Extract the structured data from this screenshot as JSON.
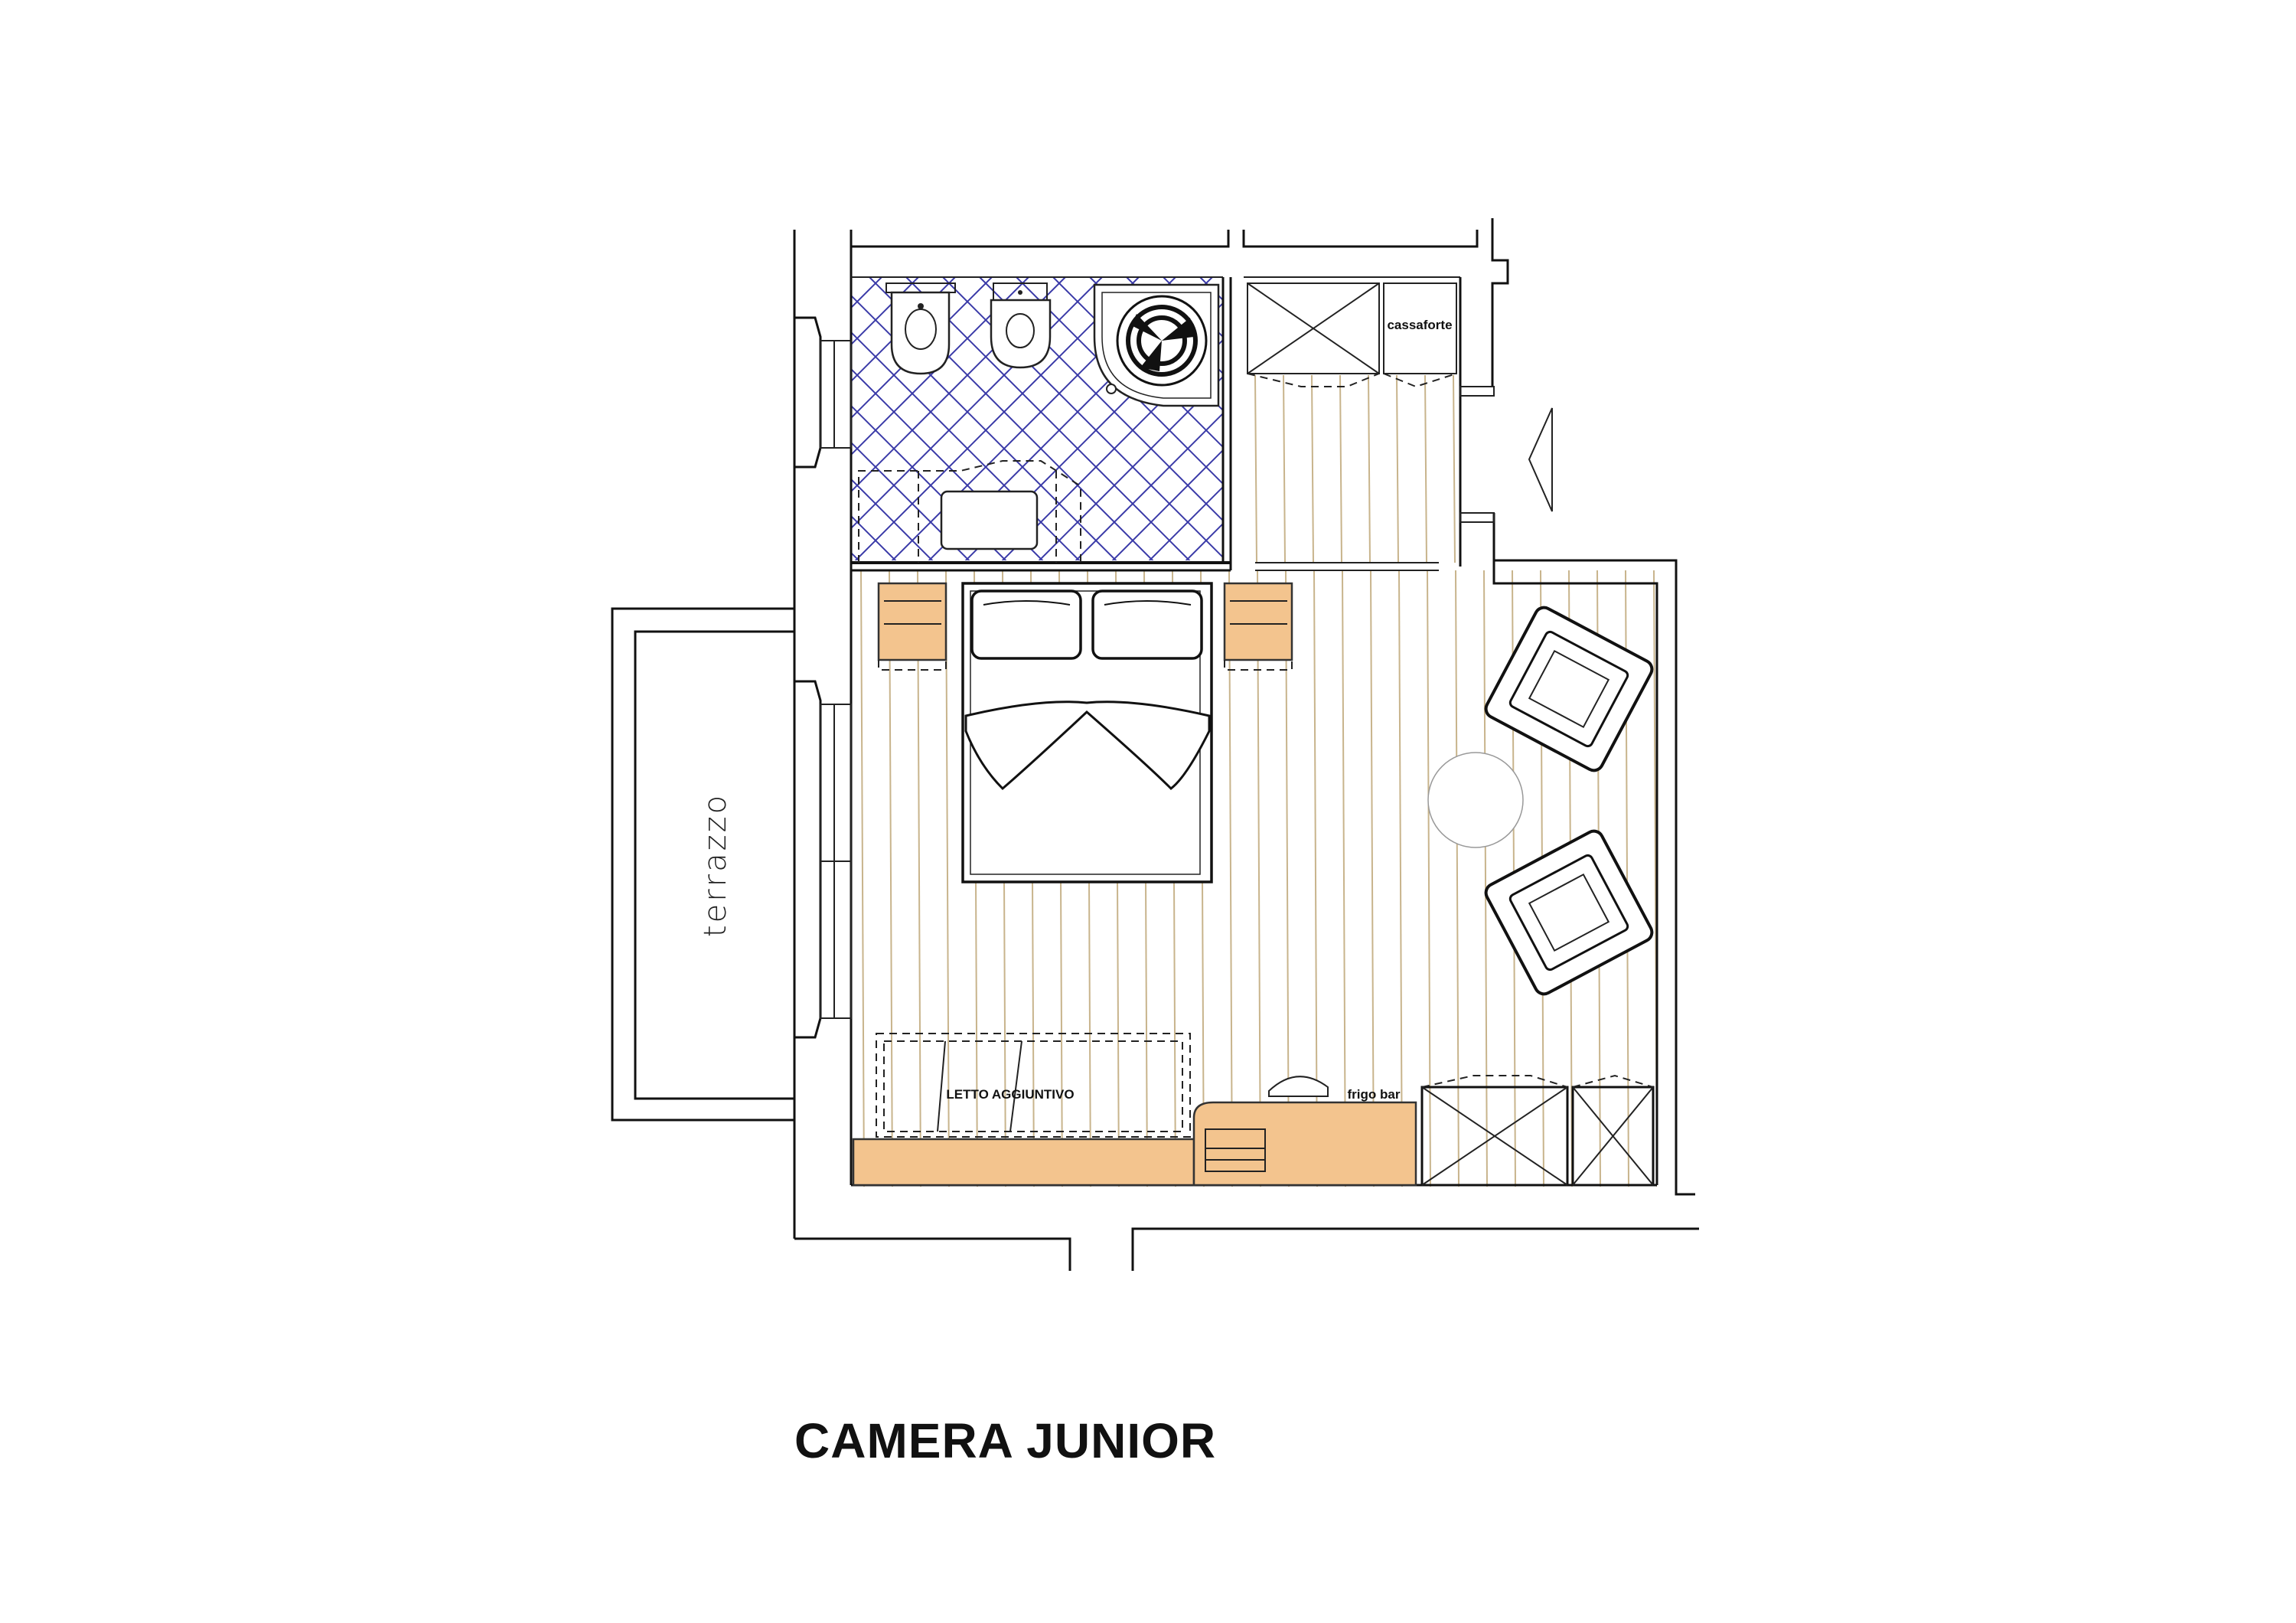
{
  "title": "CAMERA JUNIOR",
  "labels": {
    "terrace": "terrazzo",
    "safe": "cassaforte",
    "extra_bed": "LETTO AGGIUNTIVO",
    "minibar": "frigo bar"
  },
  "colors": {
    "wood": "#f3c48e",
    "tile": "#3a3aa8",
    "floor_lines": "#c8b48c",
    "walls": "#111111",
    "background": "#ffffff"
  }
}
